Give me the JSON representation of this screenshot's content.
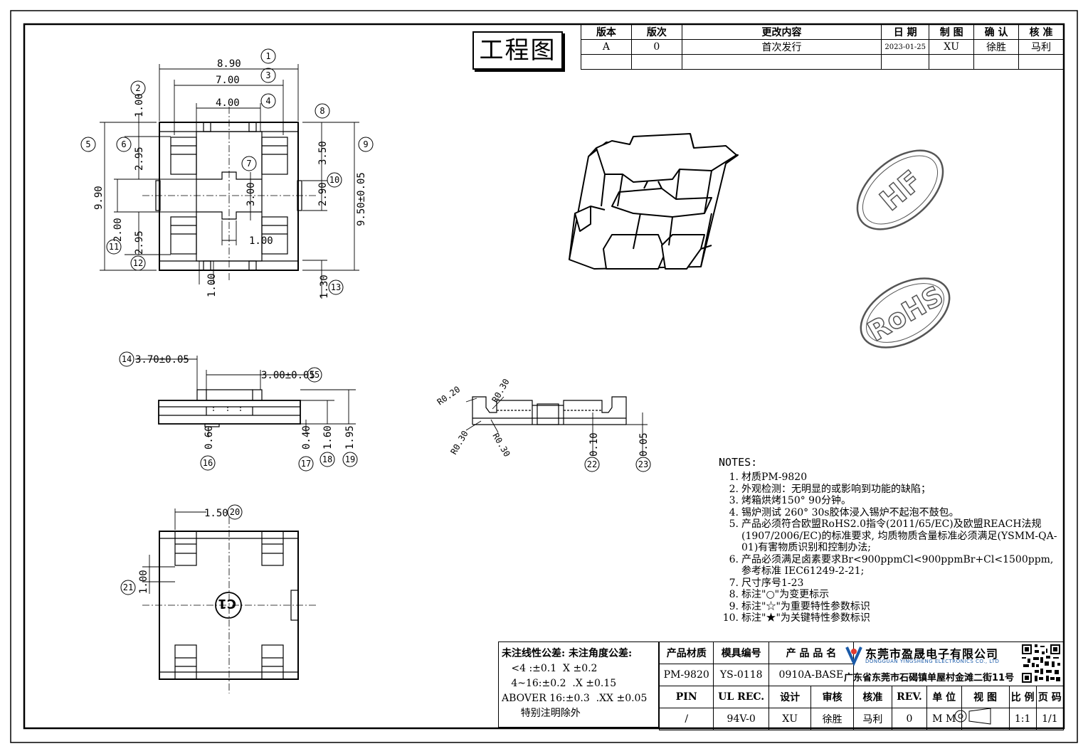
{
  "title": "工程图",
  "revision_table": {
    "headers": [
      "版本",
      "版次",
      "更改内容",
      "日 期",
      "制 图",
      "确 认",
      "核 准"
    ],
    "rows": [
      [
        "A",
        "0",
        "首次发行",
        "2023-01-25",
        "XU",
        "徐胜",
        "马利"
      ],
      [
        "",
        "",
        "",
        "",
        "",
        "",
        ""
      ]
    ]
  },
  "dimensions": {
    "d890": "8.90",
    "d700": "7.00",
    "d400": "4.00",
    "d100a": "1.00",
    "d295a": "2.95",
    "d990": "9.90",
    "d200": "2.00",
    "d295b": "2.95",
    "d300": "3.00",
    "d100b": "1.00",
    "d350": "3.50",
    "d290": "2.90",
    "d950": "9.50±0.05",
    "d100c": "1.00",
    "d130": "1.30",
    "d370": "3.70±0.05",
    "d300b": "3.00±0.05",
    "d060": "0.60",
    "d040": "0.40",
    "d160": "1.60",
    "d195": "1.95",
    "r020": "R0.20",
    "r030a": "R0.30",
    "r030b": "R0.30",
    "r030c": "R0.30",
    "d010": "0.10",
    "d005": "0.05",
    "d150": "1.50",
    "d100d": "1.00"
  },
  "balloons": [
    "1",
    "2",
    "3",
    "4",
    "5",
    "6",
    "7",
    "8",
    "9",
    "10",
    "11",
    "12",
    "13",
    "14",
    "15",
    "16",
    "17",
    "18",
    "19",
    "20",
    "21",
    "22",
    "23"
  ],
  "marks": {
    "hf": "HF",
    "rohs": "RoHS",
    "pin_mark": "C1"
  },
  "notes": {
    "heading": "NOTES:",
    "items": [
      {
        "n": "1.",
        "t": "材质PM-9820"
      },
      {
        "n": "2.",
        "t": "外观检测：无明显的或影响到功能的缺陷；"
      },
      {
        "n": "3.",
        "t": "烤箱烘烤150° 90分钟。"
      },
      {
        "n": "4.",
        "t": "锡炉测试 260° 30s胶体浸入锡炉不起泡不鼓包。"
      },
      {
        "n": "5.",
        "t": "产品必须符合欧盟RoHS2.0指令(2011/65/EC)及欧盟REACH法规(1907/2006/EC)的标准要求, 均质物质含量标准必须满足(YSMM-QA-01)有害物质识别和控制办法;"
      },
      {
        "n": "6.",
        "t": "产品必须满足卤素要求Br<900ppmCl<900ppmBr+Cl<1500ppm, 参考标准 IEC61249-2-21;"
      },
      {
        "n": "7.",
        "t": "尺寸序号1-23"
      },
      {
        "n": "8.",
        "t": "标注\"○\"为变更标示"
      },
      {
        "n": "9.",
        "t": "标注\"☆\"为重要特性参数标识"
      },
      {
        "n": "10.",
        "t": "标注\"★\"为关键特性参数标识"
      }
    ]
  },
  "tolerance": {
    "lines": [
      "未注线性公差:  未注角度公差:",
      "   <4 :±0.1  X ±0.2",
      "   4~16:±0.2  .X ±0.15",
      "ABOVER 16:±0.3  .XX ±0.05",
      "      特别注明除外"
    ]
  },
  "title_block": {
    "row1": [
      "产品材质",
      "模具编号",
      "产 品 品 名"
    ],
    "row2": [
      "PM-9820",
      "YS-0118",
      "0910A-BASE"
    ],
    "row3": [
      "PIN",
      "UL REC.",
      "设计",
      "审核",
      "核准",
      "REV.",
      "单 位",
      "视 图",
      "比 例",
      "页 码"
    ],
    "row4": [
      "/",
      "94V-0",
      "XU",
      "徐胜",
      "马利",
      "0",
      "M M",
      "",
      "1:1",
      "1/1"
    ]
  },
  "company": {
    "name_cn": "东莞市盈晟电子有限公司",
    "name_en": "DONGGUAN YINGSHENG ELECTRONICS CO., LTD",
    "address": "广东省东莞市石碣镇单屋村金滩二街11号"
  }
}
